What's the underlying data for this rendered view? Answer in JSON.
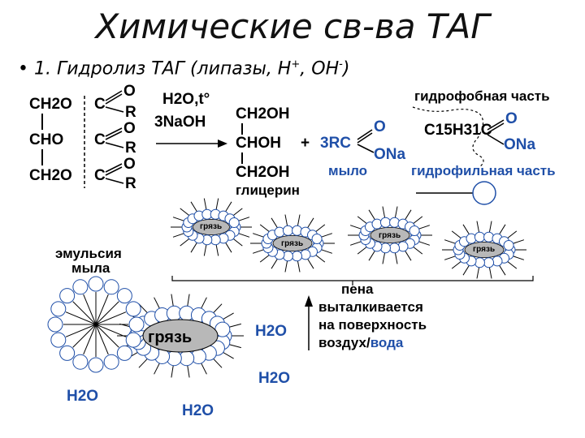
{
  "title": "Химические св-ва ТАГ",
  "bullet": {
    "marker": "•",
    "text": "1. Гидролиз ТАГ (липазы, Н",
    "plus": "+",
    "mid": ", ОН",
    "minus": "-",
    "end": ")"
  },
  "reaction": {
    "tag_rows": [
      "CH2O",
      "CHO",
      "CH2O"
    ],
    "carbonyl_c": "C",
    "carbonyl_o": "O",
    "radical": "R",
    "conditions_1": "H2O,t°",
    "conditions_2": "3NaOH",
    "glycerol_rows": [
      "CH2OH",
      "CHOH",
      "CH2OH"
    ],
    "plus_sign": "+",
    "soap_formula": "3RC",
    "soap_o": "O",
    "soap_ona": "ONa",
    "glycerol_label": "глицерин",
    "soap_label": "мыло"
  },
  "molecule": {
    "hydrophobic_label": "гидрофобная часть",
    "formula": "C15H31C",
    "o": "O",
    "ona": "ONa",
    "hydrophilic_label": "гидрофильная часть"
  },
  "emulsion": {
    "emulsion_label_1": "эмульсия",
    "emulsion_label_2": "мыла",
    "dirt_small": "грязь",
    "dirt_big": "грязь",
    "water": "H2O",
    "foam_1": "пена",
    "foam_2": "выталкивается",
    "foam_3": "на поверхность",
    "foam_4a": "воздух/",
    "foam_4b": "вода"
  },
  "colors": {
    "blue_text": "#1f4fa8",
    "dirt_fill": "#b8b8b8"
  }
}
